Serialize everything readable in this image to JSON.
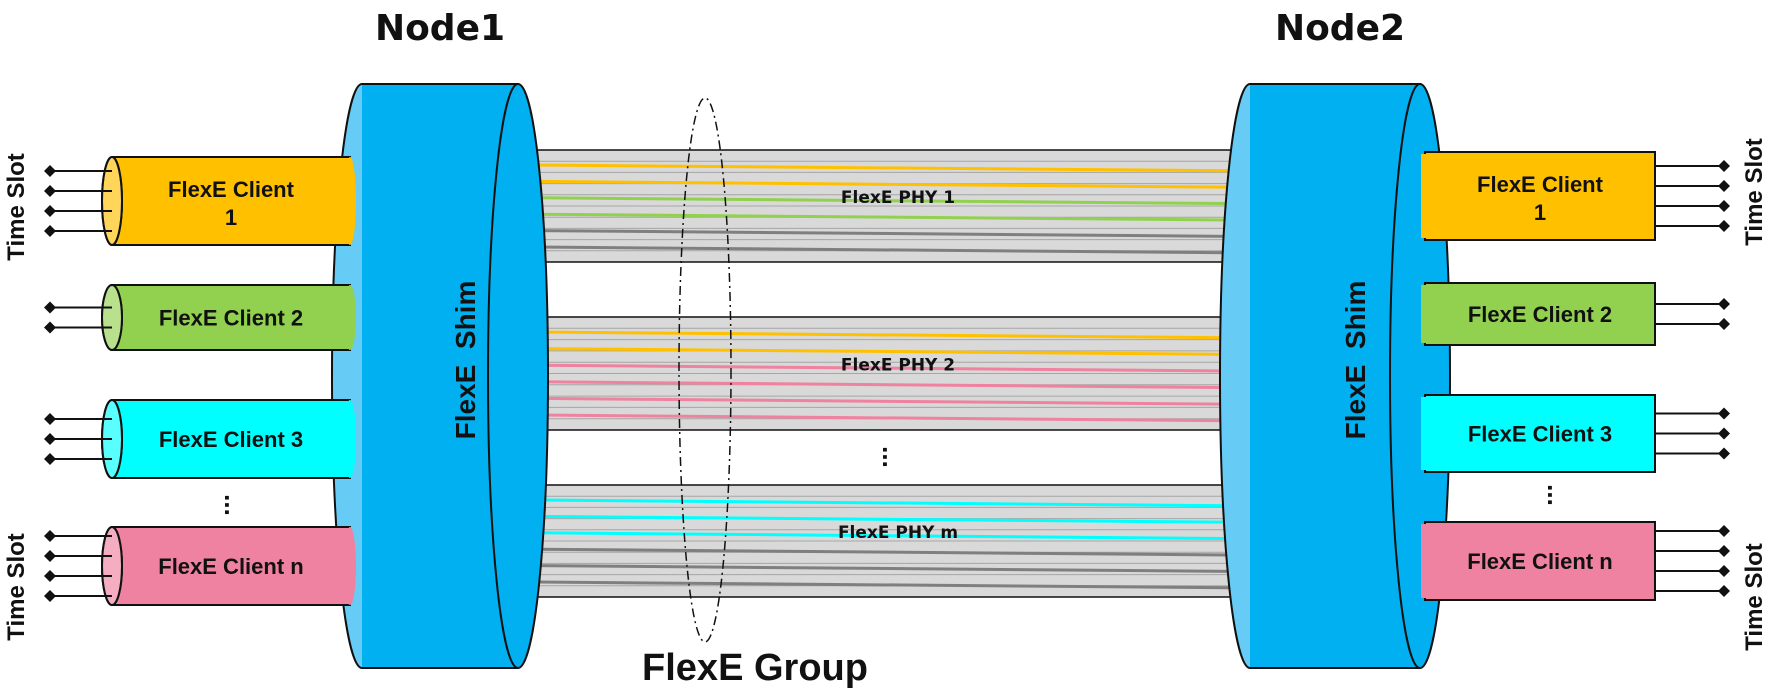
{
  "nodes": [
    {
      "title": "Node1",
      "shim_label": "FlexE  Shim"
    },
    {
      "title": "Node2",
      "shim_label": "FlexE  Shim"
    }
  ],
  "node1_clients": [
    {
      "label_line1": "FlexE Client",
      "label_line2": "1",
      "color": "#FFC000",
      "time_slot": "Time Slot"
    },
    {
      "label_line1": "FlexE Client 2",
      "label_line2": "",
      "color": "#92D050",
      "time_slot": ""
    },
    {
      "label_line1": "FlexE Client 3",
      "label_line2": "",
      "color": "#00FFFF",
      "time_slot": ""
    },
    {
      "label_line1": "FlexE Client n",
      "label_line2": "",
      "color": "#EE82A0",
      "time_slot": "Time Slot"
    }
  ],
  "node2_clients": [
    {
      "label_line1": "FlexE Client",
      "label_line2": "1",
      "color": "#FFC000",
      "time_slot": "Time Slot"
    },
    {
      "label_line1": "FlexE Client 2",
      "label_line2": "",
      "color": "#92D050",
      "time_slot": ""
    },
    {
      "label_line1": "FlexE Client 3",
      "label_line2": "",
      "color": "#00FFFF",
      "time_slot": ""
    },
    {
      "label_line1": "FlexE Client n",
      "label_line2": "",
      "color": "#EE82A0",
      "time_slot": "Time Slot"
    }
  ],
  "phys": [
    {
      "label": "FlexE PHY 1",
      "lane_colors": [
        "#FFC000",
        "#FFC000",
        "#92D050",
        "#92D050",
        "#7F7F7F",
        "#7F7F7F"
      ]
    },
    {
      "label": "FlexE PHY 2",
      "lane_colors": [
        "#FFC000",
        "#FFC000",
        "#EE82A0",
        "#EE82A0",
        "#EE82A0",
        "#EE82A0"
      ]
    },
    {
      "label": "FlexE PHY m",
      "lane_colors": [
        "#00FFFF",
        "#00FFFF",
        "#00FFFF",
        "#7F7F7F",
        "#7F7F7F",
        "#7F7F7F"
      ]
    }
  ],
  "ellipsis": "...",
  "group_label": "FlexE Group",
  "colors": {
    "shim_front": "#00B0F0",
    "shim_side": "#66CCF5",
    "pipe": "#D9D9D9",
    "pipe_lines": "#7F7F7F"
  }
}
